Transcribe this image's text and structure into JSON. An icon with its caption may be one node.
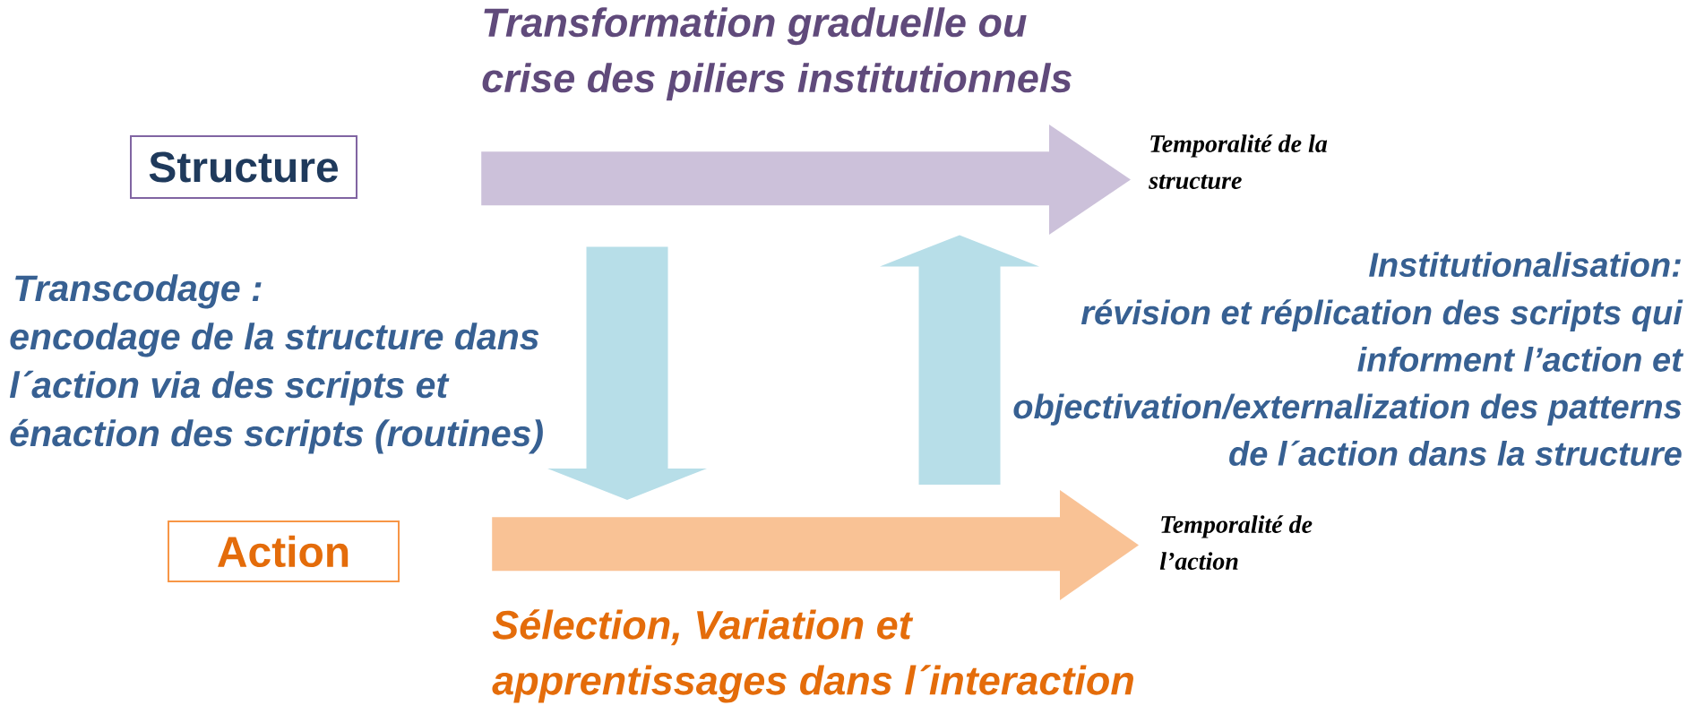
{
  "diagram": {
    "nodes": [
      {
        "text": [
          "Structure"
        ]
      },
      {
        "text": [
          "Action"
        ]
      },
      {
        "text": [],
        "shape": "arrow",
        "beside": [
          "Transformation graduelle ou crise des piliers institutionnels",
          "Temporalité de la structure"
        ]
      },
      {
        "text": [],
        "shape": "arrow",
        "beside": [
          "Temporalité de l’action",
          "Sélection, Variation et apprentissages dans l´interaction"
        ]
      }
    ],
    "edges": [
      {
        "from": 2,
        "to": 3,
        "arrow": "to"
      },
      {
        "from": 3,
        "to": 2,
        "arrow": "to"
      }
    ],
    "labels": [
      "Transcodage :",
      "encodage de la structure dans l´action via des scripts et énaction des scripts (routines)",
      "Institutionalisation:",
      "révision et réplication des scripts qui informent l’action et objectivation/externalization des patterns de l´action dans la structure"
    ]
  }
}
